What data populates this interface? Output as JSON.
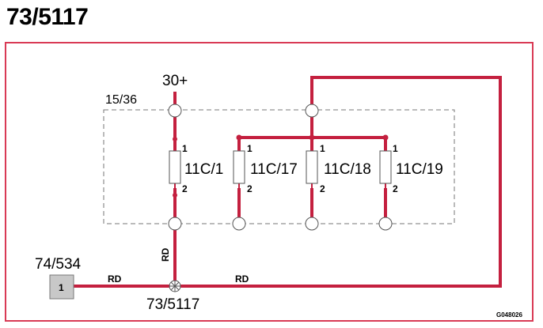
{
  "page": {
    "title": "73/5117",
    "drawing_code": "G048026"
  },
  "colors": {
    "wire": "#c4203f",
    "frame": "#d93a55",
    "box": "#777777",
    "connector_fill": "#c8c8c8"
  },
  "supply": {
    "label": "30+"
  },
  "fuse_box": {
    "label": "15/36"
  },
  "fuses": [
    {
      "name": "11C/1",
      "pin_top": "1",
      "pin_bottom": "2"
    },
    {
      "name": "11C/17",
      "pin_top": "1",
      "pin_bottom": "2"
    },
    {
      "name": "11C/18",
      "pin_top": "1",
      "pin_bottom": "2"
    },
    {
      "name": "11C/19",
      "pin_top": "1",
      "pin_bottom": "2"
    }
  ],
  "connector": {
    "label": "74/534",
    "pin": "1"
  },
  "splice": {
    "label": "73/5117"
  },
  "wires": {
    "vertical_color_code": "RD",
    "left_color_code": "RD",
    "right_color_code": "RD"
  }
}
